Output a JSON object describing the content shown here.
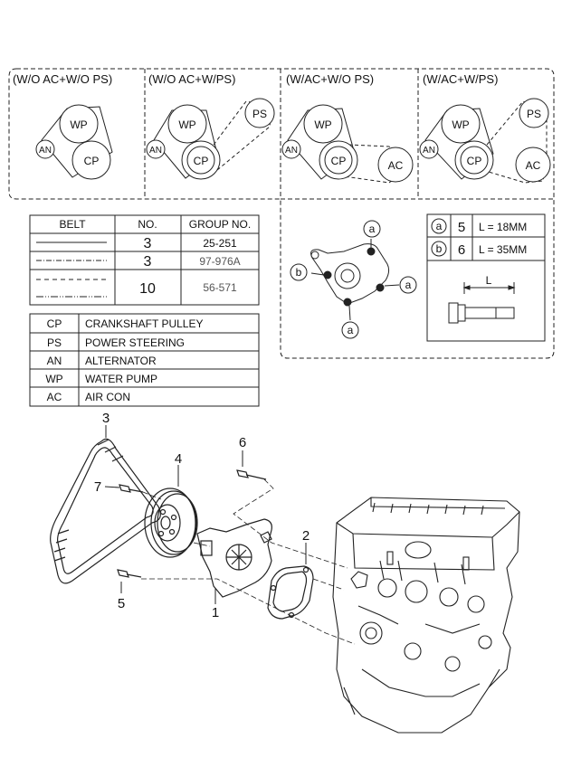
{
  "belt_routing": {
    "panels": [
      {
        "title": "(W/O AC+W/O PS)",
        "pulleys": [
          "WP",
          "AN",
          "CP"
        ]
      },
      {
        "title": "(W/O AC+W/PS)",
        "pulleys": [
          "WP",
          "PS",
          "AN",
          "CP"
        ]
      },
      {
        "title": "(W/AC+W/O PS)",
        "pulleys": [
          "WP",
          "AN",
          "CP",
          "AC"
        ]
      },
      {
        "title": "(W/AC+W/PS)",
        "pulleys": [
          "WP",
          "PS",
          "AN",
          "CP",
          "AC"
        ]
      }
    ]
  },
  "belt_table": {
    "headers": [
      "BELT",
      "NO.",
      "GROUP NO."
    ],
    "rows": [
      {
        "no": "3",
        "group": "25-251"
      },
      {
        "no": "3",
        "group": "97-976A"
      },
      {
        "no": "10",
        "group": "56-571"
      }
    ]
  },
  "legend": [
    {
      "code": "CP",
      "name": "CRANKSHAFT PULLEY"
    },
    {
      "code": "PS",
      "name": "POWER STEERING"
    },
    {
      "code": "AN",
      "name": "ALTERNATOR"
    },
    {
      "code": "WP",
      "name": "WATER PUMP"
    },
    {
      "code": "AC",
      "name": "AIR CON"
    }
  ],
  "bolt_detail": {
    "markers": [
      "a",
      "b",
      "a",
      "a"
    ],
    "specs": [
      {
        "marker": "a",
        "qty": "5",
        "length": "L = 18MM"
      },
      {
        "marker": "b",
        "qty": "6",
        "length": "L = 35MM"
      }
    ],
    "dimension_label": "L"
  },
  "callouts": [
    "3",
    "4",
    "6",
    "7",
    "2",
    "5",
    "1"
  ]
}
